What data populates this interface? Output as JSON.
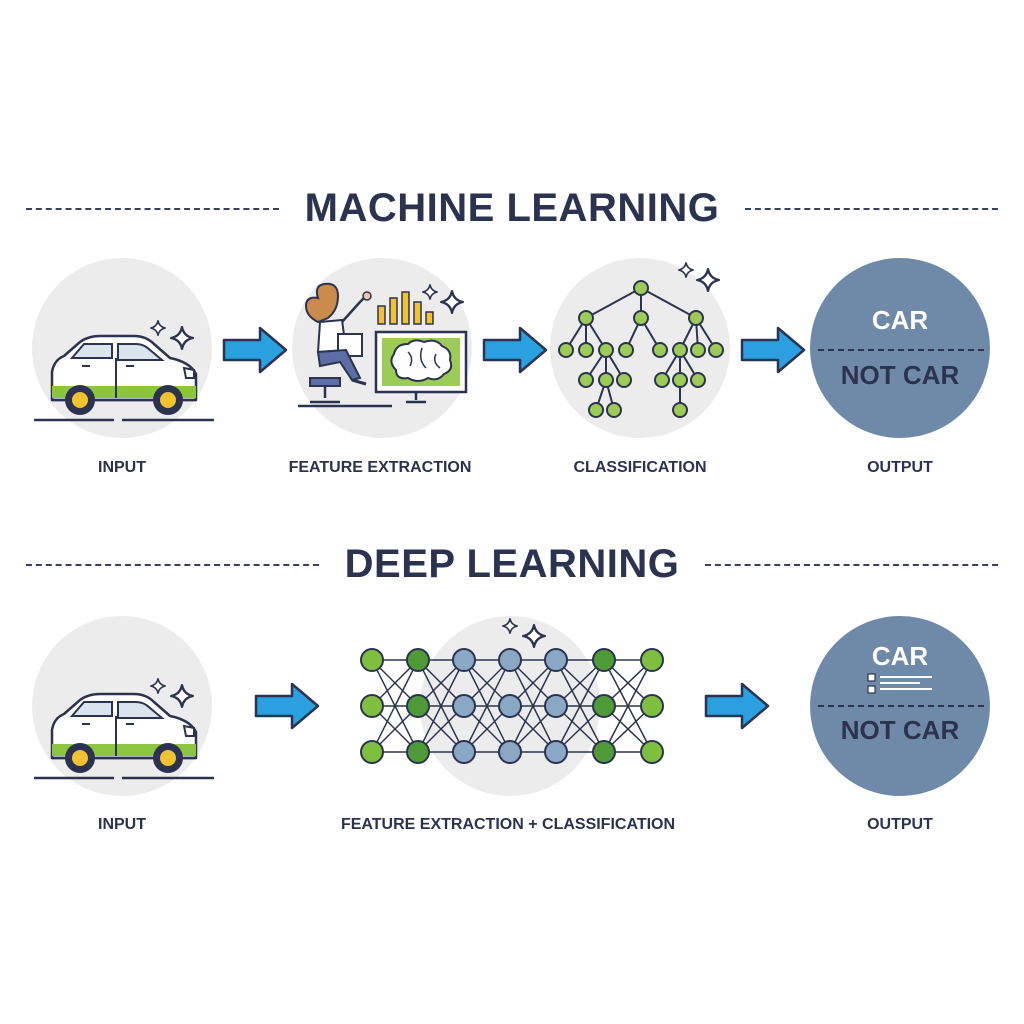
{
  "machine_learning": {
    "title": "MACHINE LEARNING",
    "steps": [
      "INPUT",
      "FEATURE EXTRACTION",
      "CLASSIFICATION",
      "OUTPUT"
    ],
    "output": {
      "top": "CAR",
      "bottom": "NOT CAR"
    }
  },
  "deep_learning": {
    "title": "DEEP LEARNING",
    "steps": [
      "INPUT",
      "FEATURE EXTRACTION + CLASSIFICATION",
      "OUTPUT"
    ],
    "output": {
      "top": "CAR",
      "bottom": "NOT CAR"
    }
  },
  "colors": {
    "navy": "#2c3350",
    "green": "#7fbf3f",
    "dark_green": "#4e9a36",
    "blue_arrow": "#2aa0e0",
    "output_circle": "#6f8aa8",
    "bg_circle": "#ececec",
    "node_blue": "#8aa7c6"
  }
}
